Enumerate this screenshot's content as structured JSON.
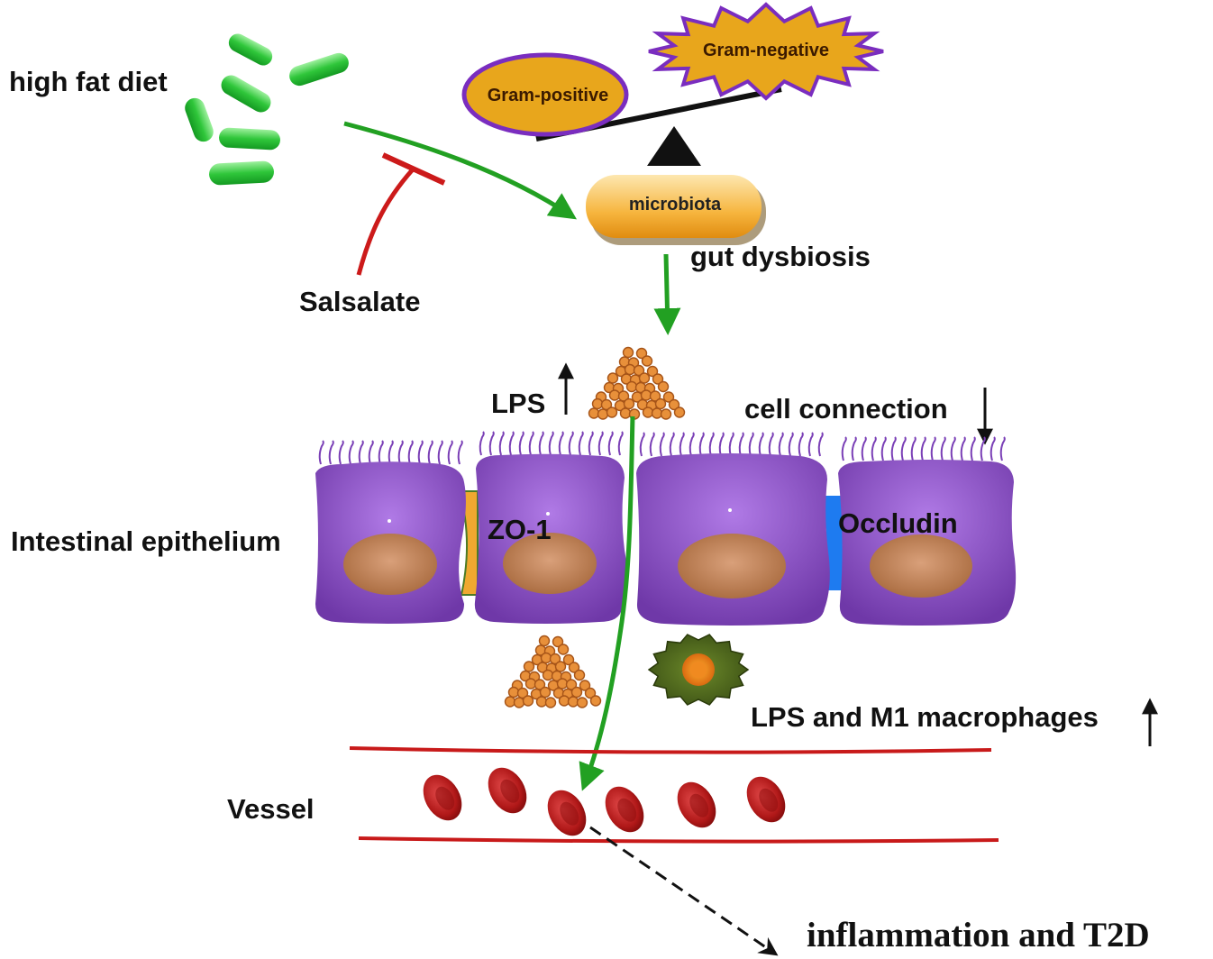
{
  "labels": {
    "high_fat_diet": "high fat diet",
    "gram_positive": "Gram-positive",
    "gram_negative": "Gram-negative",
    "microbiota": "microbiota",
    "gut_dysbiosis": "gut dysbiosis",
    "salsalate": "Salsalate",
    "lps": "LPS",
    "cell_connection": "cell connection",
    "intestinal_epithelium": "Intestinal epithelium",
    "zo1": "ZO-1",
    "occludin": "Occludin",
    "lps_m1": "LPS and M1 macrophages",
    "vessel": "Vessel",
    "outcome": "inflammation and T2D"
  },
  "colors": {
    "green_arrow": "#22a022",
    "inhibit_red": "#cc1a1a",
    "cell_purple": "#8a4fc2",
    "nucleus": "#c48a5e",
    "zo1_orange": "#f0a830",
    "occludin_blue": "#1e7bf0",
    "rbc_red": "#b51a1a",
    "gram_fill": "#e8a61c",
    "gram_border": "#7a2dbf",
    "microbiota_fill": "#f6b53e"
  },
  "indicators": {
    "lps": "up",
    "cell_connection": "down",
    "lps_m1": "up"
  }
}
